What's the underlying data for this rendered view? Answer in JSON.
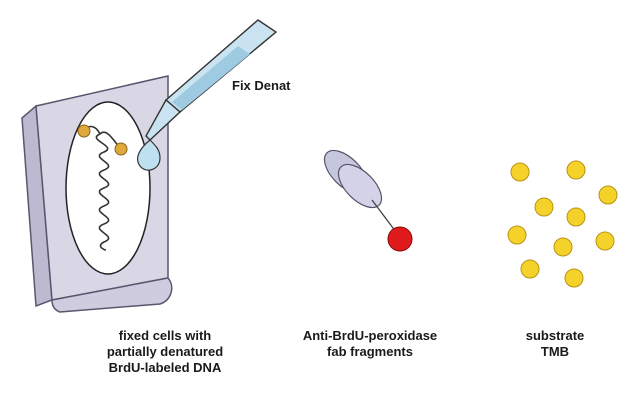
{
  "labels": {
    "fix_denat": "Fix Denat",
    "cells_caption": [
      "fixed cells with",
      "partially denatured",
      "BrdU-labeled DNA"
    ],
    "fab_caption": [
      "Anti-BrdU-peroxidase",
      "fab fragments"
    ],
    "tmb_caption": [
      "substrate",
      "TMB"
    ]
  },
  "colors": {
    "slide_fill": "#d9d6e6",
    "slide_edge": "#5a566e",
    "pipette": "#c9e3f0",
    "droplet": "#bfe0ef",
    "brdu_dot": "#e0a83c",
    "antibody": "#c7c6df",
    "peroxidase": "#e01b1b",
    "tmb": "#f4d22a",
    "tmb_edge": "#b89414"
  }
}
